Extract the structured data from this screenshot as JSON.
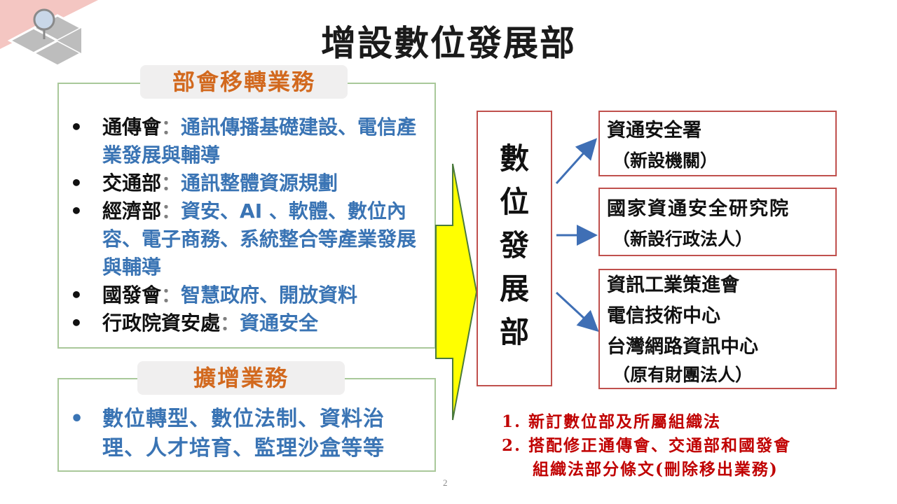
{
  "title": "增設數位發展部",
  "transfer": {
    "label": "部會移轉業務",
    "items": [
      {
        "org": "通傳會",
        "colon": "：",
        "detail": "通訊傳播基礎建設、電信產業發展與輔導"
      },
      {
        "org": "交通部",
        "colon": "：",
        "detail": "通訊整體資源規劃"
      },
      {
        "org": "經濟部",
        "colon": "：",
        "detail": "資安、AI 、軟體、數位內容、電子商務、系統整合等產業發展與輔導"
      },
      {
        "org": "國發會",
        "colon": "：",
        "detail": "智慧政府、開放資料"
      },
      {
        "org": "行政院資安處",
        "colon": "：",
        "detail": "資通安全"
      }
    ]
  },
  "expand": {
    "label": "擴增業務",
    "item": "數位轉型、數位法制、資料治理、人才培育、監理沙盒等等"
  },
  "center": {
    "chars": [
      "數",
      "位",
      "發",
      "展",
      "部"
    ]
  },
  "boxes": {
    "box1": {
      "line1": "資通安全署",
      "sub": "（新設機關）"
    },
    "box2": {
      "line1": "國家資通安全研究院",
      "sub": "（新設行政法人）"
    },
    "box3": {
      "line1": "資訊工業策進會",
      "line2": "電信技術中心",
      "line3": "台灣網路資訊中心",
      "sub": "（原有財團法人）"
    }
  },
  "notes": {
    "n1": "1. 新訂數位部及所屬組織法",
    "n2a": "2. 搭配修正通傳會、交通部和國發會",
    "n2b": "組織法部分條文(刪除移出業務)"
  },
  "page_number": "2",
  "colors": {
    "org_text": "#111111",
    "detail_text": "#3a74b4",
    "label_text": "#d2691e",
    "box_border": "#c0504d",
    "arrow_fill": "#ffff00",
    "note_text": "#c00000",
    "arrow_line": "#3f6fb5"
  }
}
